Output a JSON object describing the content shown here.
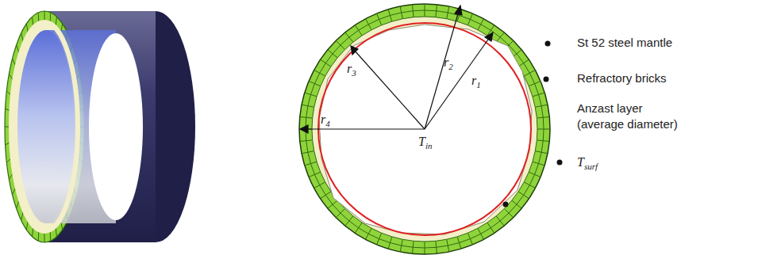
{
  "diagram": {
    "labels": [
      "r3",
      "r2",
      "r1",
      "r4",
      "Tin",
      "St 52 steel mantle",
      "Refractory bricks",
      "Anzast layer",
      "(average diameter)",
      "Tsurf"
    ]
  }
}
